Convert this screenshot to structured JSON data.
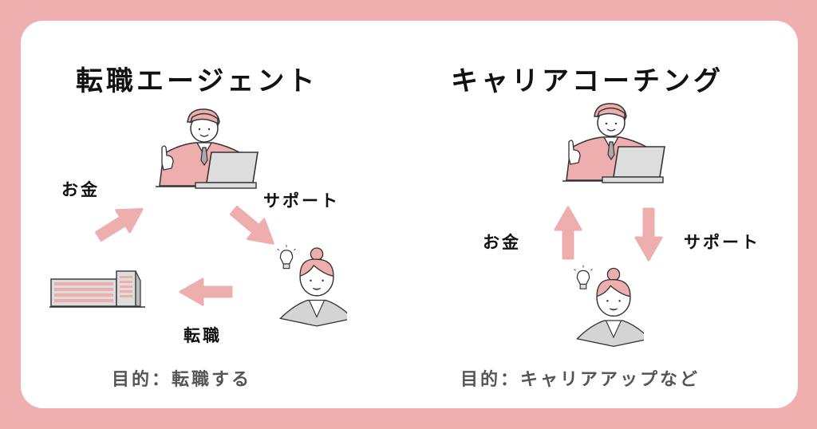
{
  "colors": {
    "background": "#f0afaf",
    "card": "#ffffff",
    "accent": "#efaeae",
    "line": "#333333",
    "gray": "#d4d4d4"
  },
  "left_panel": {
    "title": "転職エージェント",
    "labels": {
      "money": "お金",
      "support": "サポート",
      "job_change": "転職"
    },
    "purpose": "目的：転職する",
    "icons": [
      "advisor-at-laptop",
      "job-seeker-woman",
      "company-building"
    ]
  },
  "right_panel": {
    "title": "キャリアコーチング",
    "labels": {
      "money": "お金",
      "support": "サポート"
    },
    "purpose": "目的：キャリアアップなど",
    "icons": [
      "coach-at-laptop",
      "client-woman"
    ]
  }
}
